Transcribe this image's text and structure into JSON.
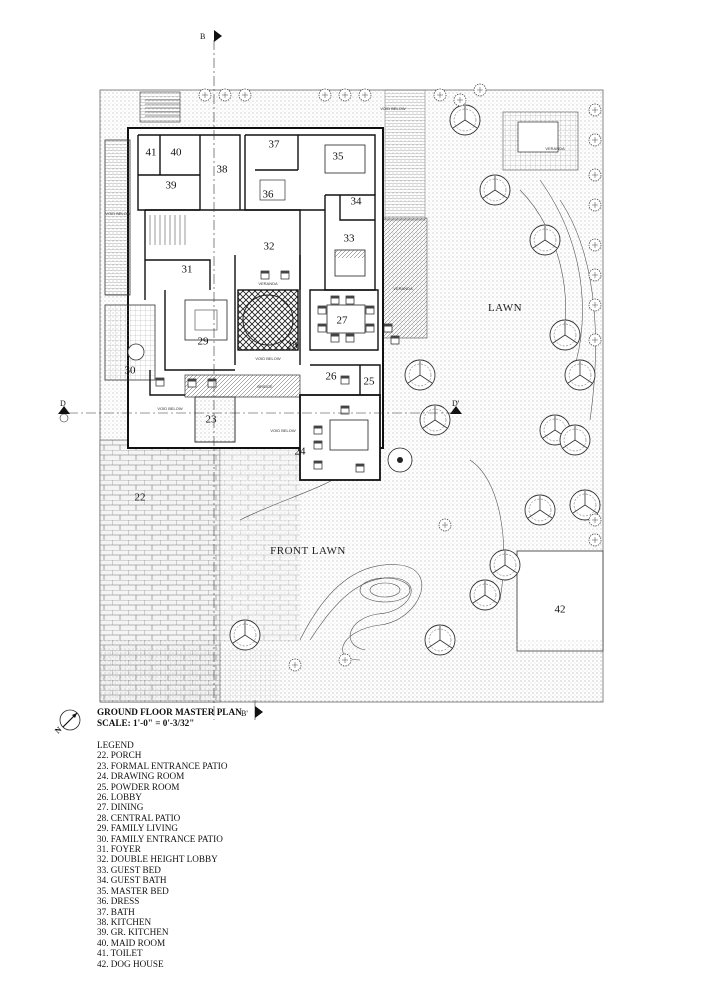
{
  "title": "GROUND FLOOR MASTER PLAN",
  "scale": "SCALE: 1'-0\" = 0'-3/32\"",
  "legend_heading": "LEGEND",
  "legend": [
    "22. PORCH",
    "23. FORMAL ENTRANCE PATIO",
    "24. DRAWING ROOM",
    "25. POWDER ROOM",
    "26. LOBBY",
    "27. DINING",
    "28. CENTRAL PATIO",
    "29. FAMILY LIVING",
    "30. FAMILY ENTRANCE PATIO",
    "31. FOYER",
    "32. DOUBLE HEIGHT LOBBY",
    "33. GUEST BED",
    "34. GUEST BATH",
    "35. MASTER BED",
    "36. DRESS",
    "37. BATH",
    "38. KITCHEN",
    "39. GR. KITCHEN",
    "40. MAID ROOM",
    "41. TOILET",
    "42. DOG HOUSE"
  ],
  "labels": {
    "lawn": "LAWN",
    "front_lawn": "FRONT LAWN",
    "section_b": "B",
    "section_b2": "B'",
    "section_d": "D",
    "section_d2": "D'",
    "north": "N",
    "veranda": "VERANDA",
    "void_below": "VOID BELOW",
    "bridge": "BRIDGE"
  },
  "rooms": {
    "r22": "22",
    "r23": "23",
    "r24": "24",
    "r25": "25",
    "r26": "26",
    "r27": "27",
    "r28": "28",
    "r29": "29",
    "r30": "30",
    "r31": "31",
    "r32": "32",
    "r33": "33",
    "r34": "34",
    "r35": "35",
    "r36": "36",
    "r37": "37",
    "r38": "38",
    "r39": "39",
    "r40": "40",
    "r41": "41",
    "r42": "42"
  }
}
